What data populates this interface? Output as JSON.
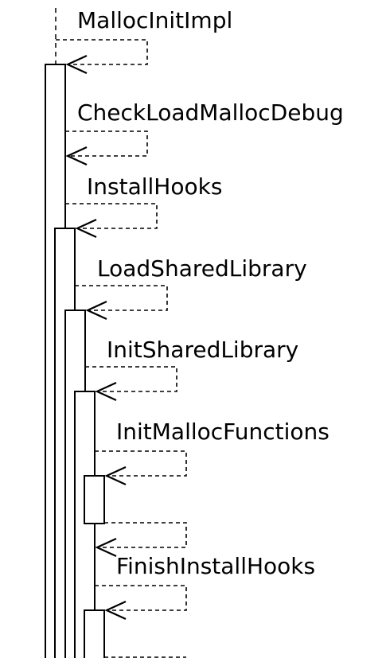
{
  "diagram": {
    "type": "sequence",
    "messages": [
      "MallocInitImpl",
      "CheckLoadMallocDebug",
      "InstallHooks",
      "LoadSharedLibrary",
      "InitSharedLibrary",
      "InitMallocFunctions",
      "FinishInstallHooks"
    ]
  }
}
